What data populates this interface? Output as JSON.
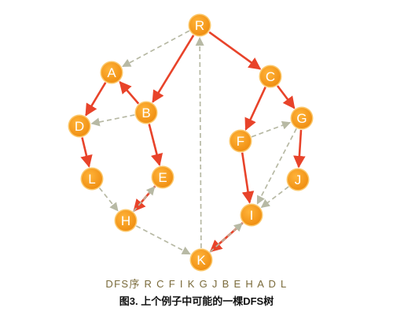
{
  "colors": {
    "tree_edge": "#e8432a",
    "nontree_edge": "#b7b9a4",
    "node_fill": "#f49b1e",
    "node_ring": "#fbc86b",
    "order_text": "#7a6a3a"
  },
  "nodes": [
    {
      "id": "R",
      "label": "R"
    },
    {
      "id": "A",
      "label": "A"
    },
    {
      "id": "B",
      "label": "B"
    },
    {
      "id": "C",
      "label": "C"
    },
    {
      "id": "D",
      "label": "D"
    },
    {
      "id": "E",
      "label": "E"
    },
    {
      "id": "F",
      "label": "F"
    },
    {
      "id": "G",
      "label": "G"
    },
    {
      "id": "H",
      "label": "H"
    },
    {
      "id": "I",
      "label": "I"
    },
    {
      "id": "J",
      "label": "J"
    },
    {
      "id": "K",
      "label": "K"
    },
    {
      "id": "L",
      "label": "L"
    }
  ],
  "edges": [
    {
      "from": "R",
      "to": "C",
      "type": "tree"
    },
    {
      "from": "C",
      "to": "F",
      "type": "tree"
    },
    {
      "from": "C",
      "to": "G",
      "type": "tree"
    },
    {
      "from": "F",
      "to": "I",
      "type": "tree"
    },
    {
      "from": "G",
      "to": "J",
      "type": "tree"
    },
    {
      "from": "I",
      "to": "K",
      "type": "tree"
    },
    {
      "from": "R",
      "to": "B",
      "type": "tree"
    },
    {
      "from": "B",
      "to": "A",
      "type": "tree"
    },
    {
      "from": "A",
      "to": "D",
      "type": "tree"
    },
    {
      "from": "D",
      "to": "L",
      "type": "tree"
    },
    {
      "from": "B",
      "to": "E",
      "type": "tree"
    },
    {
      "from": "E",
      "to": "H",
      "type": "tree"
    },
    {
      "from": "R",
      "to": "A",
      "type": "nontree"
    },
    {
      "from": "B",
      "to": "D",
      "type": "nontree"
    },
    {
      "from": "L",
      "to": "H",
      "type": "nontree"
    },
    {
      "from": "H",
      "to": "E",
      "type": "nontree"
    },
    {
      "from": "H",
      "to": "K",
      "type": "nontree"
    },
    {
      "from": "K",
      "to": "R",
      "type": "nontree"
    },
    {
      "from": "K",
      "to": "I",
      "type": "nontree"
    },
    {
      "from": "F",
      "to": "G",
      "type": "nontree"
    },
    {
      "from": "G",
      "to": "I",
      "type": "nontree"
    },
    {
      "from": "J",
      "to": "I",
      "type": "nontree"
    }
  ],
  "caption": {
    "dfs_order": "DFS序 R C F I K G J B E H A D L",
    "figure_title": "图3. 上个例子中可能的一棵DFS树"
  }
}
